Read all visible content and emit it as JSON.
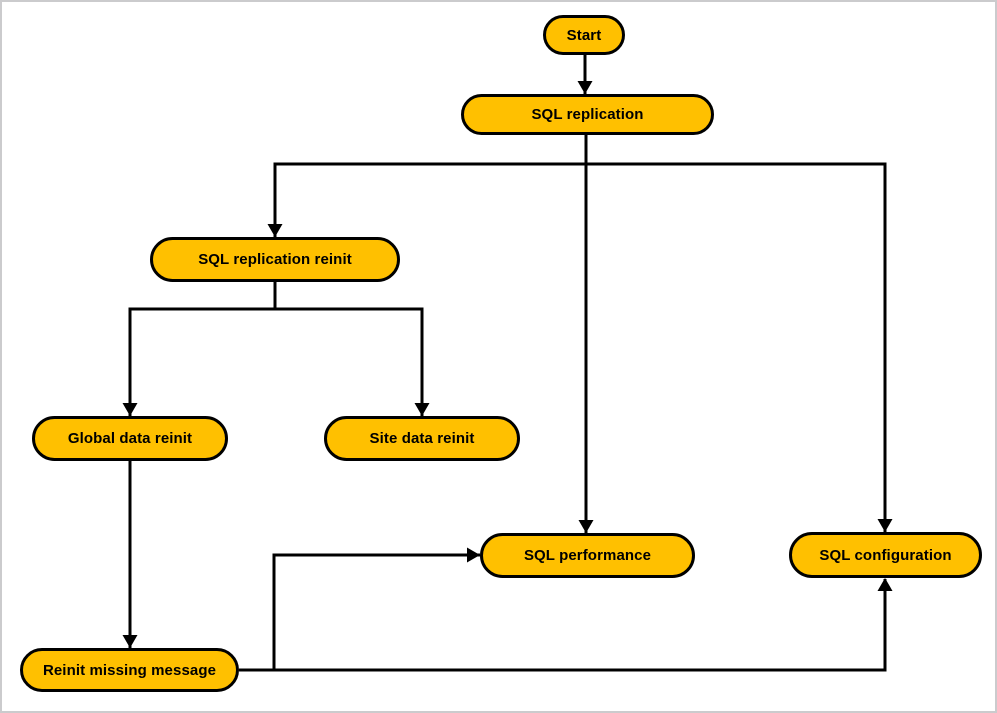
{
  "diagram": {
    "type": "flowchart",
    "colors": {
      "node_fill": "#FFC000",
      "node_border": "#000000",
      "node_text": "#000000",
      "connector": "#000000",
      "canvas_background": "#FFFFFF",
      "canvas_border": "#CBCBCD"
    },
    "nodes": {
      "start": {
        "label": "Start"
      },
      "sql_replication": {
        "label": "SQL replication"
      },
      "sql_replication_reinit": {
        "label": "SQL replication reinit"
      },
      "global_data_reinit": {
        "label": "Global data reinit"
      },
      "site_data_reinit": {
        "label": "Site data reinit"
      },
      "sql_performance": {
        "label": "SQL performance"
      },
      "sql_configuration": {
        "label": "SQL configuration"
      },
      "reinit_missing_message": {
        "label": "Reinit missing message"
      }
    },
    "edges": [
      {
        "from": "start",
        "to": "sql_replication"
      },
      {
        "from": "sql_replication",
        "to": "sql_replication_reinit"
      },
      {
        "from": "sql_replication",
        "to": "sql_performance"
      },
      {
        "from": "sql_replication",
        "to": "sql_configuration"
      },
      {
        "from": "sql_replication_reinit",
        "to": "global_data_reinit"
      },
      {
        "from": "sql_replication_reinit",
        "to": "site_data_reinit"
      },
      {
        "from": "global_data_reinit",
        "to": "reinit_missing_message"
      },
      {
        "from": "reinit_missing_message",
        "to": "sql_performance"
      },
      {
        "from": "reinit_missing_message",
        "to": "sql_configuration"
      }
    ]
  }
}
